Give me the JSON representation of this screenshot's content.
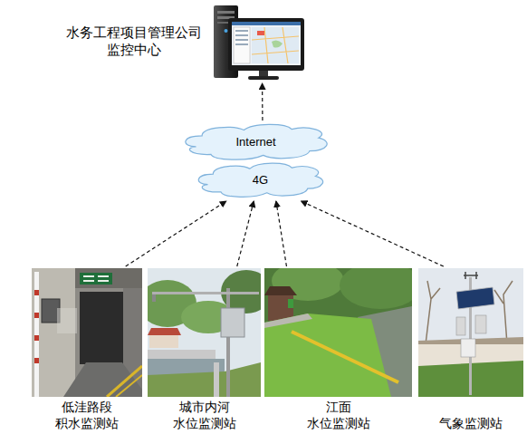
{
  "diagram": {
    "nodes": [
      {
        "text": [
          "水务工程项目管理公司 监控中心"
        ]
      },
      {
        "text": [
          "Internet"
        ]
      },
      {
        "text": [
          "4G"
        ]
      },
      {
        "text": [
          "低洼路段 积水监测站"
        ]
      },
      {
        "text": [
          "城市内河 水位监测站"
        ]
      },
      {
        "text": [
          "江面 水位监测站"
        ]
      },
      {
        "text": [
          "气象监测站"
        ]
      }
    ],
    "edges": [
      {
        "from": 1,
        "to": 0,
        "arrow": "to"
      },
      {
        "from": 3,
        "to": 2,
        "arrow": "to"
      },
      {
        "from": 4,
        "to": 2,
        "arrow": "to"
      },
      {
        "from": 5,
        "to": 2,
        "arrow": "to"
      },
      {
        "from": 6,
        "to": 2,
        "arrow": "to"
      }
    ]
  }
}
